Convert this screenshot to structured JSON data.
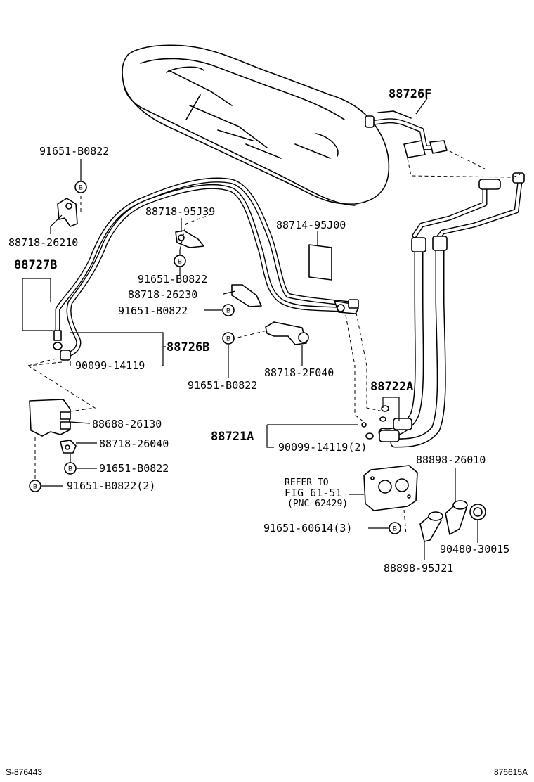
{
  "labels": {
    "p88726F": "88726F",
    "p91651_B0822_a": "91651-B0822",
    "p88718_26210": "88718-26210",
    "p88718_95J39": "88718-95J39",
    "p88714_95J00": "88714-95J00",
    "p88727B": "88727B",
    "p91651_B0822_b": "91651-B0822",
    "p88718_26230": "88718-26230",
    "p91651_B0822_c": "91651-B0822",
    "p88726B": "88726B",
    "p90099_14119": "90099-14119",
    "p88718_2F040": "88718-2F040",
    "p91651_B0822_d": "91651-B0822",
    "p88722A": "88722A",
    "p88688_26130": "88688-26130",
    "p88721A": "88721A",
    "p88718_26040": "88718-26040",
    "p90099_14119_2": "90099-14119(2)",
    "p91651_B0822_e": "91651-B0822",
    "p88898_26010": "88898-26010",
    "p91651_B0822_2": "91651-B0822(2)",
    "refer_line1": "REFER TO",
    "refer_line2": "FIG 61-51",
    "refer_line3": "(PNC 62429)",
    "p91651_60614_3": "91651-60614(3)",
    "p90480_30015": "90480-30015",
    "p88898_95J21": "88898-95J21"
  },
  "bolt_marker": "B",
  "footer": {
    "left_code": "S-876443",
    "right_code": "876615A"
  }
}
